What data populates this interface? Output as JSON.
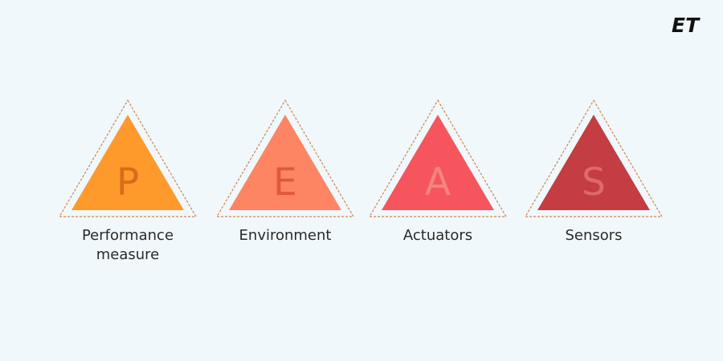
{
  "brand": {
    "logo_text": "ET"
  },
  "items": [
    {
      "letter": "P",
      "caption_lines": [
        "Performance",
        "measure"
      ],
      "fill": "#fd9a2b",
      "letter_color": "#dc6a1c",
      "outline": "#d4804a"
    },
    {
      "letter": "E",
      "caption_lines": [
        "Environment"
      ],
      "fill": "#fd8563",
      "letter_color": "#df5a3a",
      "outline": "#d4804a"
    },
    {
      "letter": "A",
      "caption_lines": [
        "Actuators"
      ],
      "fill": "#f6555d",
      "letter_color": "#f48580",
      "outline": "#d4804a"
    },
    {
      "letter": "S",
      "caption_lines": [
        "Sensors"
      ],
      "fill": "#c33d42",
      "letter_color": "#e06968",
      "outline": "#d4804a"
    }
  ]
}
